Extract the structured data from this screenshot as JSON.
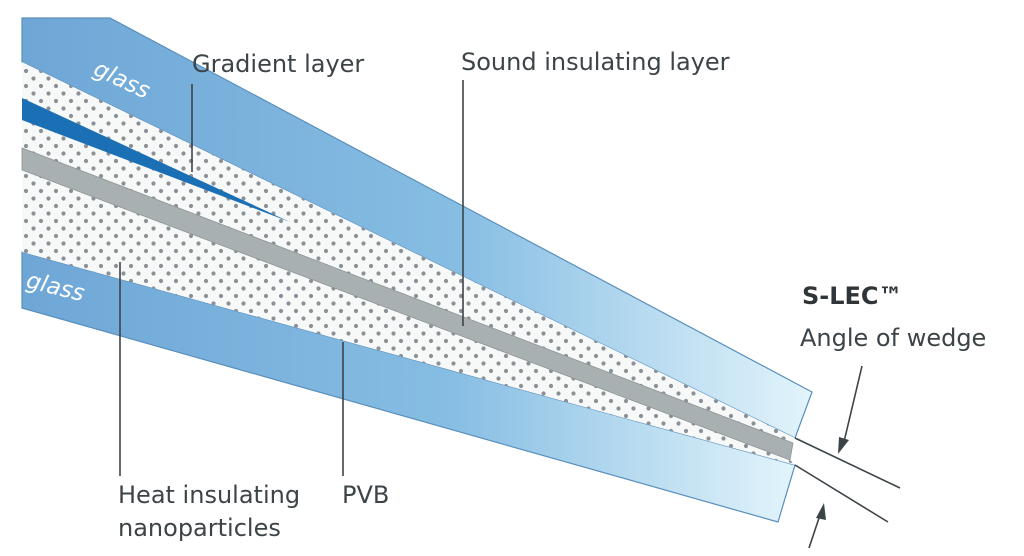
{
  "labels": {
    "glass_top": "glass",
    "glass_bottom": "glass",
    "gradient_layer": "Gradient layer",
    "sound_insulating_layer": "Sound insulating layer",
    "heat_insulating_line1": "Heat insulating",
    "heat_insulating_line2": "nanoparticles",
    "pvb": "PVB",
    "slec": "S-LEC™",
    "angle_of_wedge": "Angle of wedge"
  },
  "colors": {
    "glass_dark": "#6ea6d6",
    "glass_light": "#e2f4fb",
    "interlayer": "#f7f8f8",
    "dots": "#8b9196",
    "sound_layer": "#a9b0b1",
    "gradient_band": "#1b6fb4",
    "leader": "#3d4448"
  }
}
